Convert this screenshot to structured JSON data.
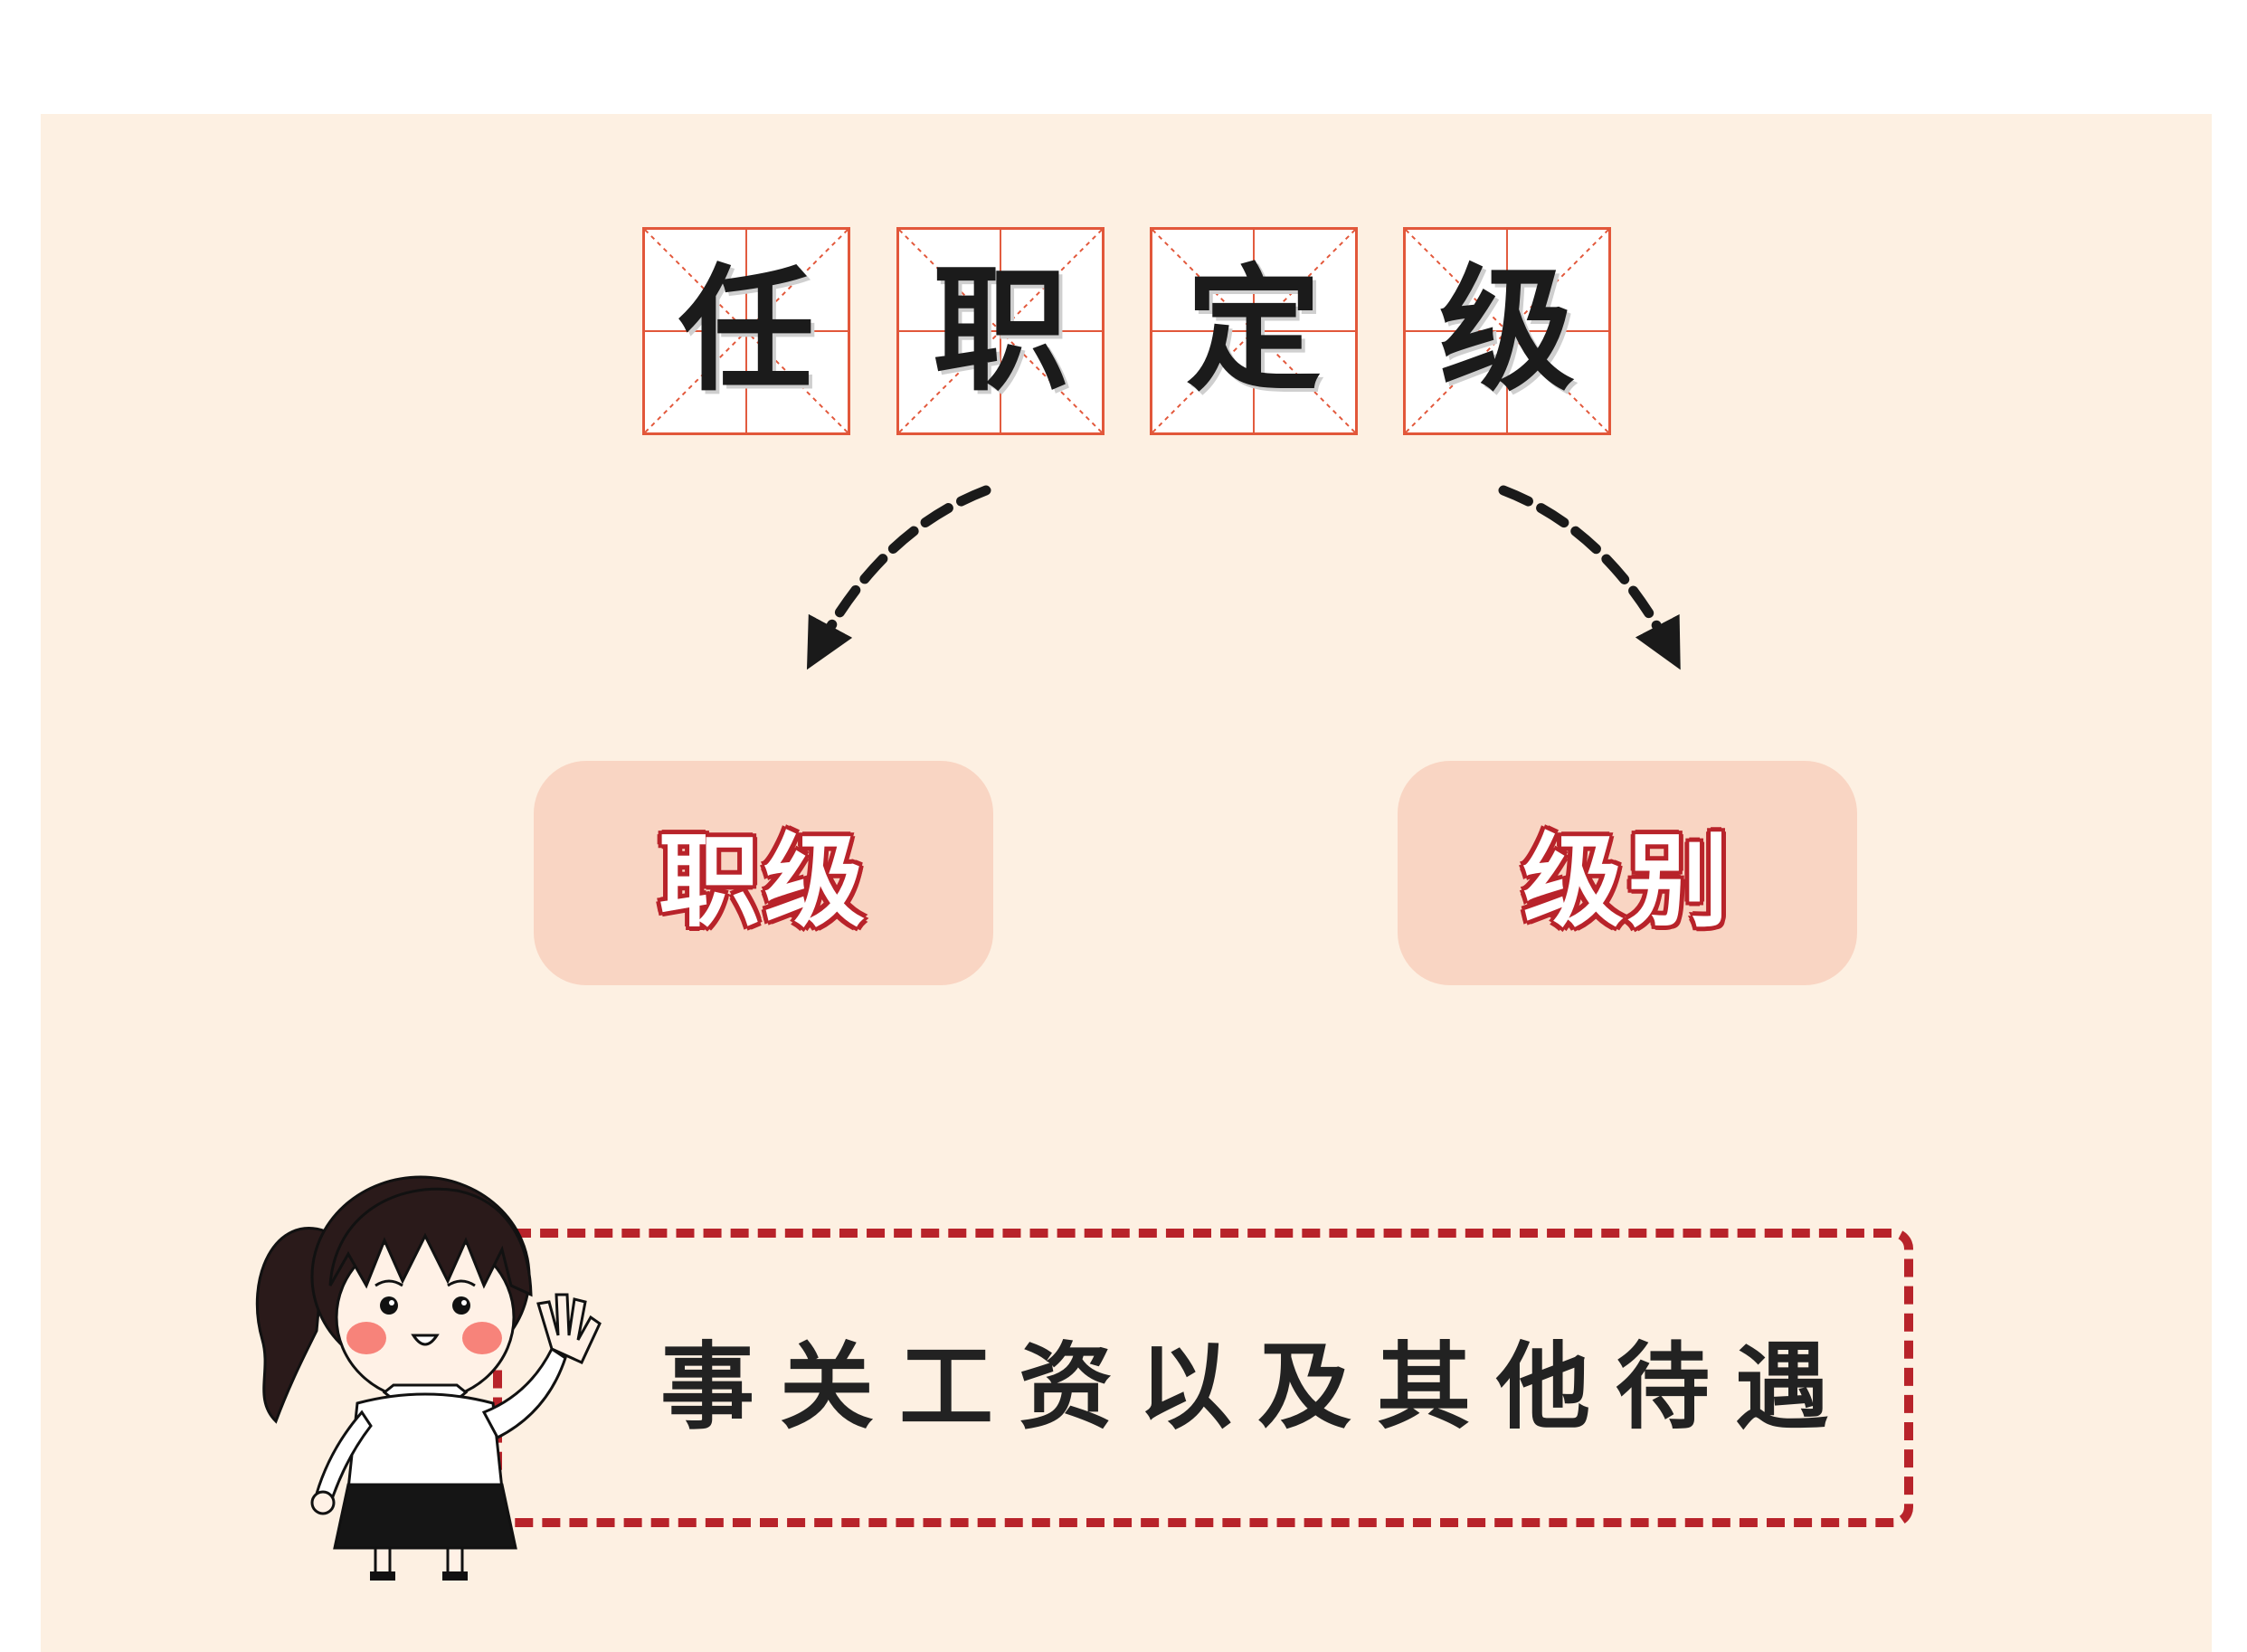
{
  "title": {
    "chars": [
      "任",
      "职",
      "定",
      "级"
    ]
  },
  "branches": [
    {
      "label": "职级"
    },
    {
      "label": "级别"
    }
  ],
  "callout": {
    "text": "事关工资以及其他待遇"
  },
  "colors": {
    "panel_bg": "#fdf0e2",
    "grid_border": "#e2573a",
    "pill_bg": "#f9d5c3",
    "accent_red": "#b8232a",
    "text_dark": "#222222"
  },
  "icons": {
    "arrow_left": "curved-dashed-arrow",
    "arrow_right": "curved-dashed-arrow",
    "mascot": "girl-waving"
  }
}
